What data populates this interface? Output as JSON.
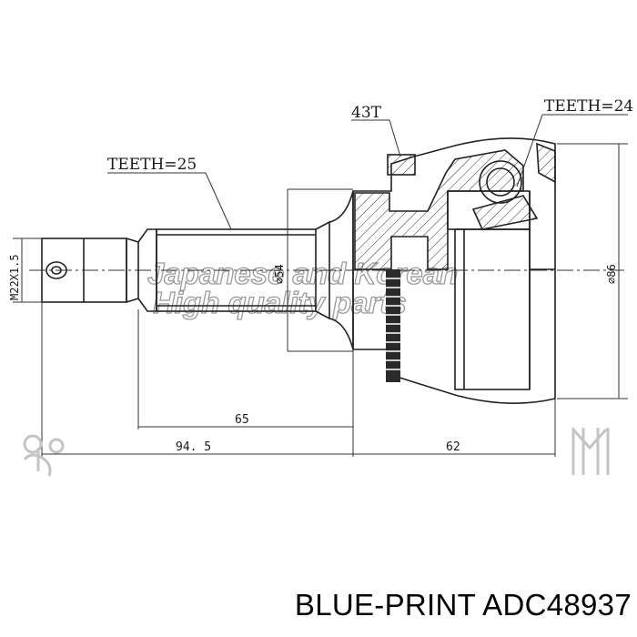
{
  "drawing": {
    "callouts": {
      "teeth_left": "TEETH=25",
      "teeth_right": "TEETH=24",
      "abs_teeth": "43T"
    },
    "dimensions": {
      "thread": "M22X1.5",
      "shaft_dia": "⌀54",
      "outer_dia": "⌀86",
      "length_a": "65",
      "length_b": "94. 5",
      "length_c": "62"
    },
    "watermark": {
      "line1": "Japanese and Korean",
      "line2": "High quality parts"
    }
  },
  "caption": "BLUE-PRINT ADC48937"
}
